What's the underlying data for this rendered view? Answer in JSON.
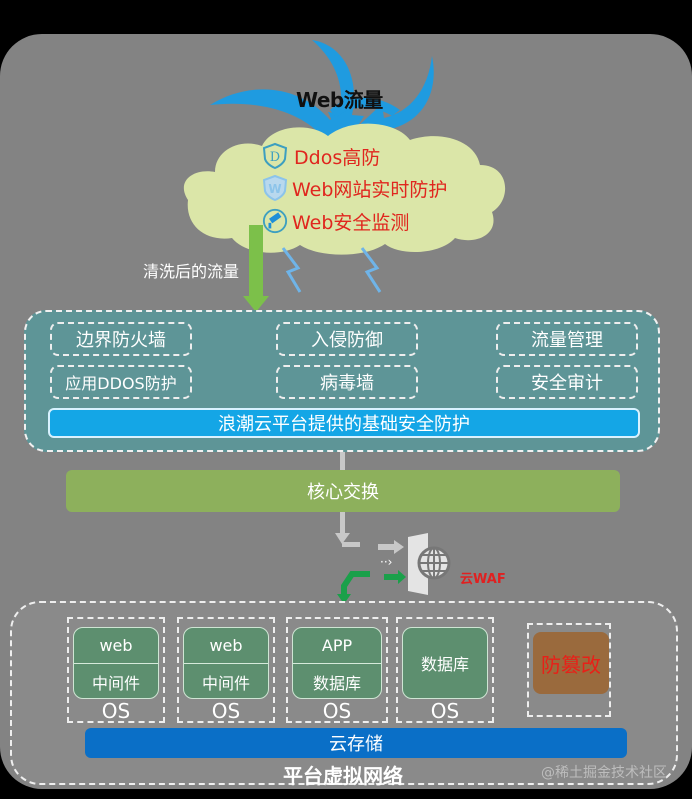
{
  "top": {
    "web_flow_label": "Web流量",
    "cloud_items": [
      {
        "icon": "shield-d-icon",
        "label": "Ddos高防"
      },
      {
        "icon": "shield-w-icon",
        "label": "Web网站实时防护"
      },
      {
        "icon": "camera-monitor-icon",
        "label": "Web安全监测"
      }
    ],
    "washed_traffic_label": "清洗后的流量"
  },
  "security_panel": {
    "boxes": [
      "边界防火墙",
      "入侵防御",
      "流量管理",
      "应用DDOS防护",
      "病毒墙",
      "安全审计"
    ],
    "bar_label": "浪潮云平台提供的基础安全防护"
  },
  "core_switch": {
    "label": "核心交换"
  },
  "waf": {
    "label": "云WAF",
    "icon": "globe-door-icon"
  },
  "network": {
    "servers": [
      {
        "top": "web",
        "bottom": "中间件",
        "os": "OS"
      },
      {
        "top": "web",
        "bottom": "中间件",
        "os": "OS"
      },
      {
        "top": "APP",
        "bottom": "数据库",
        "os": "OS"
      },
      {
        "single": "数据库",
        "os": "OS"
      }
    ],
    "tamper_label": "防篡改",
    "storage_label": "云存储",
    "network_label": "平台虚拟网络"
  },
  "watermark": "@稀土掘金技术社区",
  "colors": {
    "background": "#838383",
    "flow_arrow": "#1f9be0",
    "cloud": "#dbe6a8",
    "security_panel": "#5e9597",
    "security_bar": "#14a6e6",
    "core_switch": "#8db05c",
    "storage": "#0a6fc7",
    "tamper": "#9a6a3d",
    "alert_red": "#e0261e"
  }
}
